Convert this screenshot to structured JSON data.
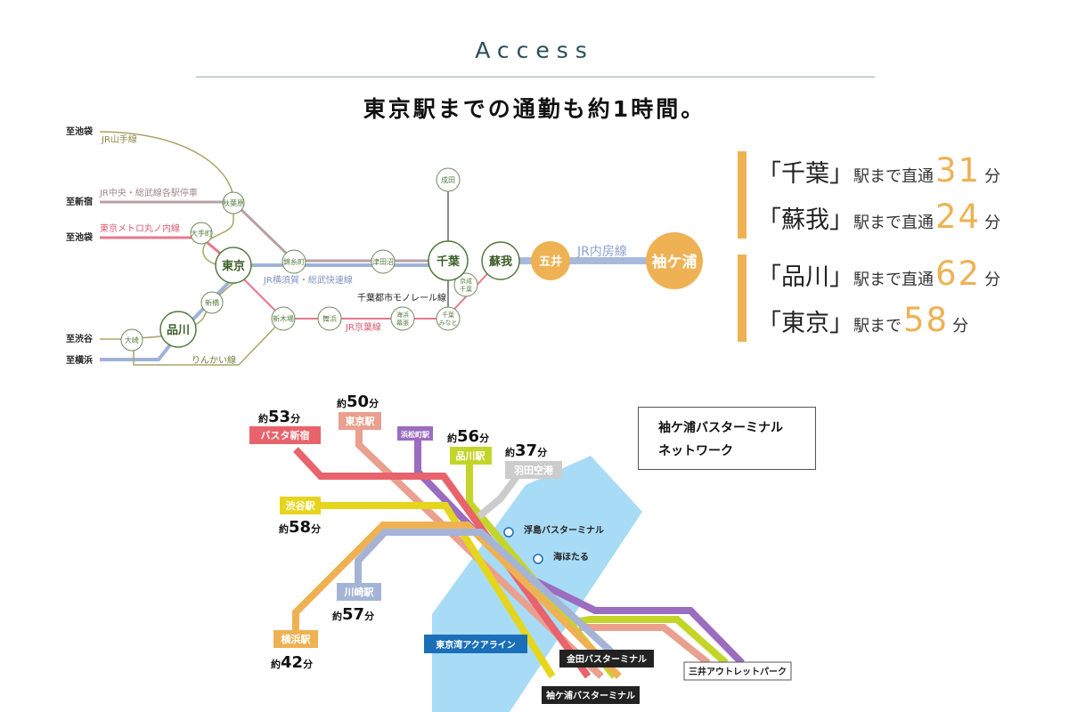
{
  "header": {
    "title": "Access",
    "subtitle": "東京駅までの通勤も約1時間。"
  },
  "rail_map": {
    "terminals": {
      "ikebukuro_1": "至池袋",
      "shinjuku": "至新宿",
      "ikebukuro_2": "至池袋",
      "shibuya": "至渋谷",
      "yokohama": "至横浜"
    },
    "lines": {
      "yamanote": "JR山手線",
      "chuo_sobu": "JR中央・総武線各駅停車",
      "marunouchi": "東京メトロ丸ノ内線",
      "yokosuka_sobu": "JR横須賀・総武快速線",
      "keiyo": "JR京葉線",
      "rinkai": "りんかい線",
      "monorail": "千葉都市モノレール線",
      "uchibo": "JR内房線"
    },
    "stations": {
      "akihabara": "秋葉原",
      "ochanomachi": "大手町",
      "tokyo": "東京",
      "shinbashi": "新橋",
      "shinagawa": "品川",
      "oosaki": "大崎",
      "kinshicho": "錦糸町",
      "tsudanuma": "津田沼",
      "chiba": "千葉",
      "soga": "蘇我",
      "goi": "五井",
      "sodegaura": "袖ケ浦",
      "narita": "成田",
      "keisei_chiba": "京成千葉",
      "chiba_minato": "千葉みなと",
      "kaihin_makuhari": "海浜幕張",
      "maihama": "舞浜",
      "shinkiba": "新木場"
    },
    "colors": {
      "yamanote": "#a8a56a",
      "chuo_sobu": "#b8a0a6",
      "marunouchi": "#e8798e",
      "yokosuka_sobu": "#9fb2d8",
      "keiyo": "#e8798e",
      "rinkai": "#a8a56a",
      "uchibo": "#a9b9dd",
      "station_green": "#557a3f",
      "highlight": "#eeb254"
    }
  },
  "info": [
    {
      "q_open": "「",
      "station": "千葉",
      "q_close": "」",
      "text": "駅まで直通",
      "minutes": "31",
      "unit": "分"
    },
    {
      "q_open": "「",
      "station": "蘇我",
      "q_close": "」",
      "text": "駅まで直通",
      "minutes": "24",
      "unit": "分"
    },
    {
      "q_open": "「",
      "station": "品川",
      "q_close": "」",
      "text": "駅まで直通",
      "minutes": "62",
      "unit": "分"
    },
    {
      "q_open": "「",
      "station": "東京",
      "q_close": "」",
      "text": "駅まで",
      "minutes": "58",
      "unit": "分"
    }
  ],
  "bus_map": {
    "legend": {
      "line1": "袖ケ浦バスターミナル",
      "line2": "ネットワーク"
    },
    "destinations": {
      "busta_shinjuku": {
        "name": "バスタ新宿",
        "time_prefix": "約",
        "time": "53",
        "time_unit": "分"
      },
      "tokyo": {
        "name": "東京駅",
        "time_prefix": "約",
        "time": "50",
        "time_unit": "分"
      },
      "hamamatsucho": {
        "name": "浜松町駅"
      },
      "shinagawa": {
        "name": "品川駅",
        "time_prefix": "約",
        "time": "56",
        "time_unit": "分"
      },
      "haneda": {
        "name": "羽田空港",
        "time_prefix": "約",
        "time": "37",
        "time_unit": "分"
      },
      "shibuya": {
        "name": "渋谷駅",
        "time_prefix": "約",
        "time": "58",
        "time_unit": "分"
      },
      "kawasaki": {
        "name": "川崎駅",
        "time_prefix": "約",
        "time": "57",
        "time_unit": "分"
      },
      "yokohama": {
        "name": "横浜駅",
        "time_prefix": "約",
        "time": "42",
        "time_unit": "分"
      }
    },
    "labels": {
      "ukishima": "浮島バスターミナル",
      "umihotaru": "海ほたる",
      "aqualine": "東京湾アクアライン",
      "kaneda": "金田バスターミナル",
      "sodegaura_bt": "袖ケ浦バスターミナル",
      "mitsui_outlet": "三井アウトレットパーク"
    },
    "colors": {
      "shinjuku": "#e8636b",
      "tokyo": "#e9a08e",
      "hamamatsucho": "#9b6cc0",
      "shinagawa": "#c4d52a",
      "haneda": "#cccccc",
      "shibuya": "#e6d51d",
      "kawasaki": "#a5b4d6",
      "yokohama": "#eeb254",
      "sea": "#a8dbf5",
      "aqualine_label": "#1a6fb8",
      "terminal_label": "#222222"
    }
  }
}
